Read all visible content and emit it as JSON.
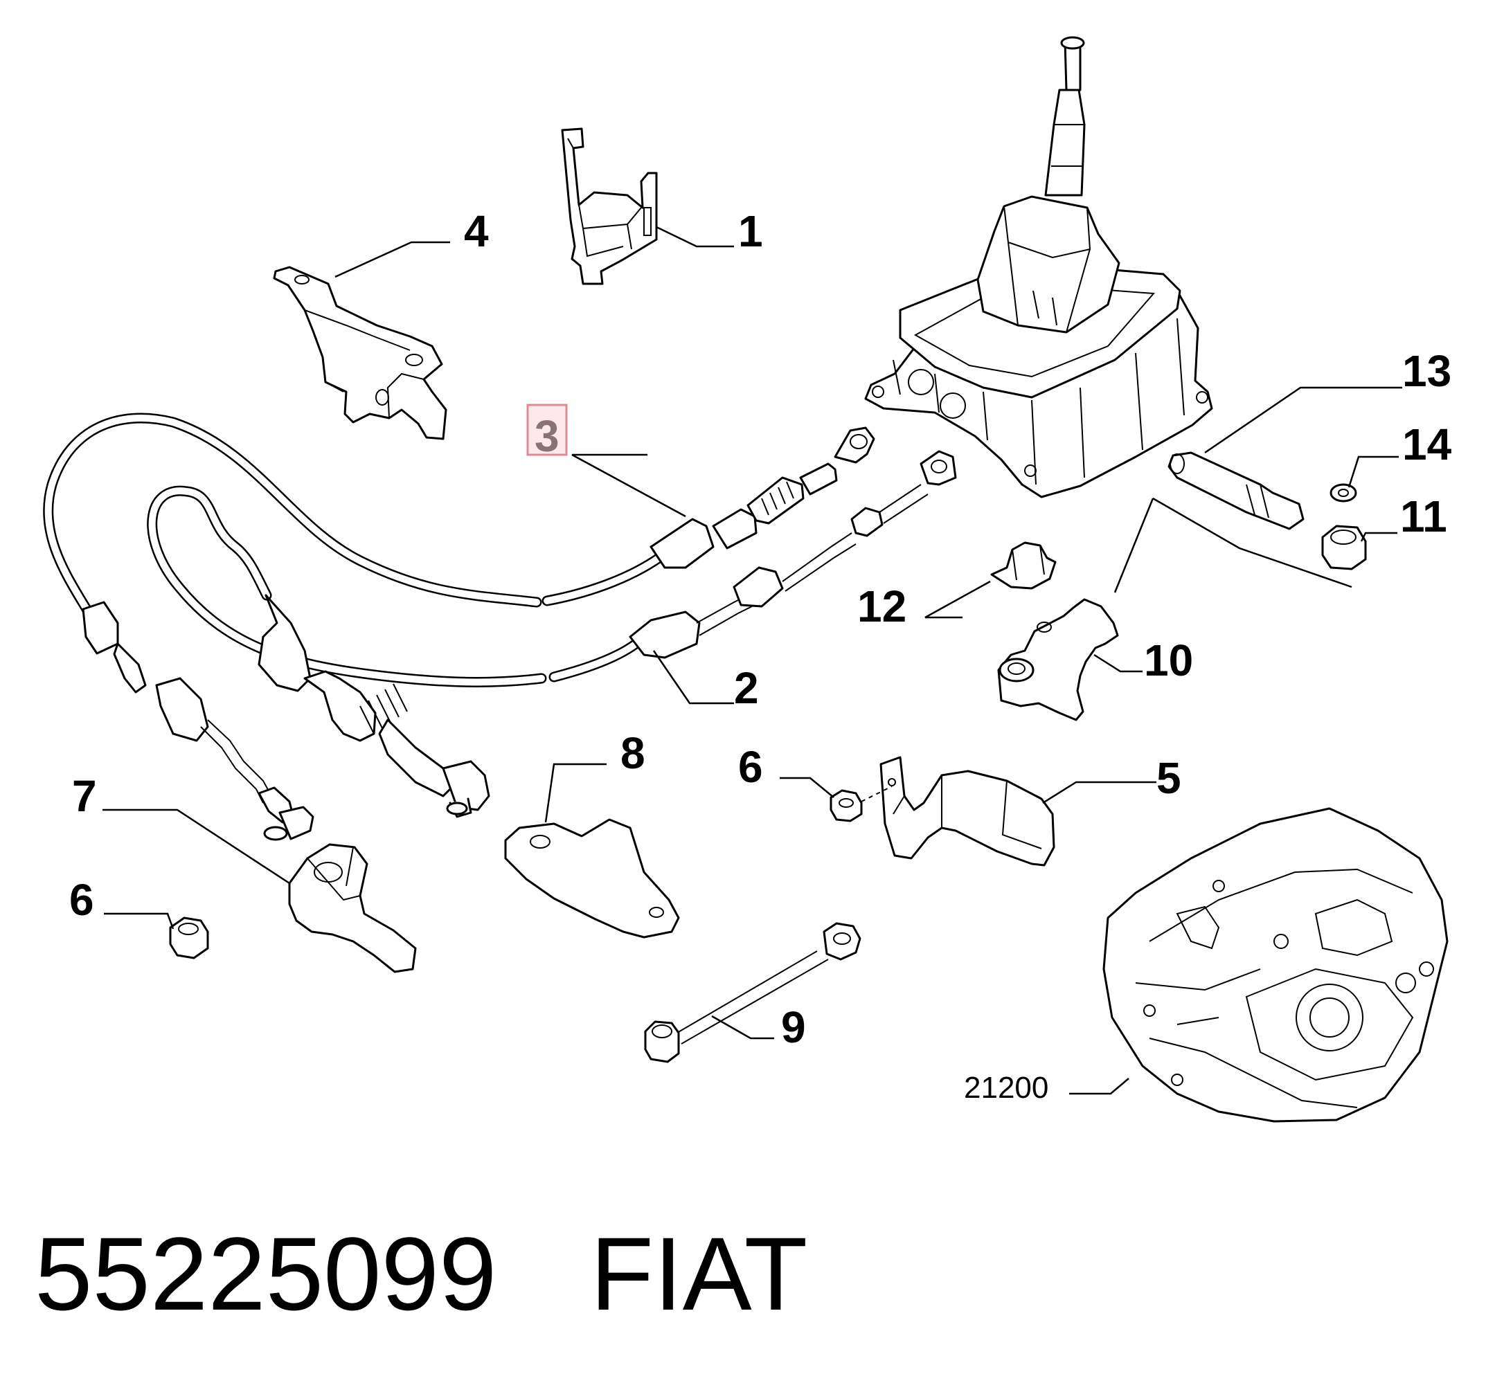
{
  "callouts": {
    "c1": "1",
    "c2": "2",
    "c3": "3",
    "c4": "4",
    "c5": "5",
    "c6a": "6",
    "c6b": "6",
    "c7": "7",
    "c8": "8",
    "c9": "9",
    "c10": "10",
    "c11": "11",
    "c12": "12",
    "c13": "13",
    "c14": "14",
    "ref": "21200"
  },
  "highlighted_callout": "3",
  "caption": {
    "part_number": "55225099",
    "brand": "FIAT"
  },
  "colors": {
    "highlight_box_stroke": "#e08a96",
    "highlight_box_fill": "#fbe9ec",
    "highlight_text": "#8a7276"
  }
}
